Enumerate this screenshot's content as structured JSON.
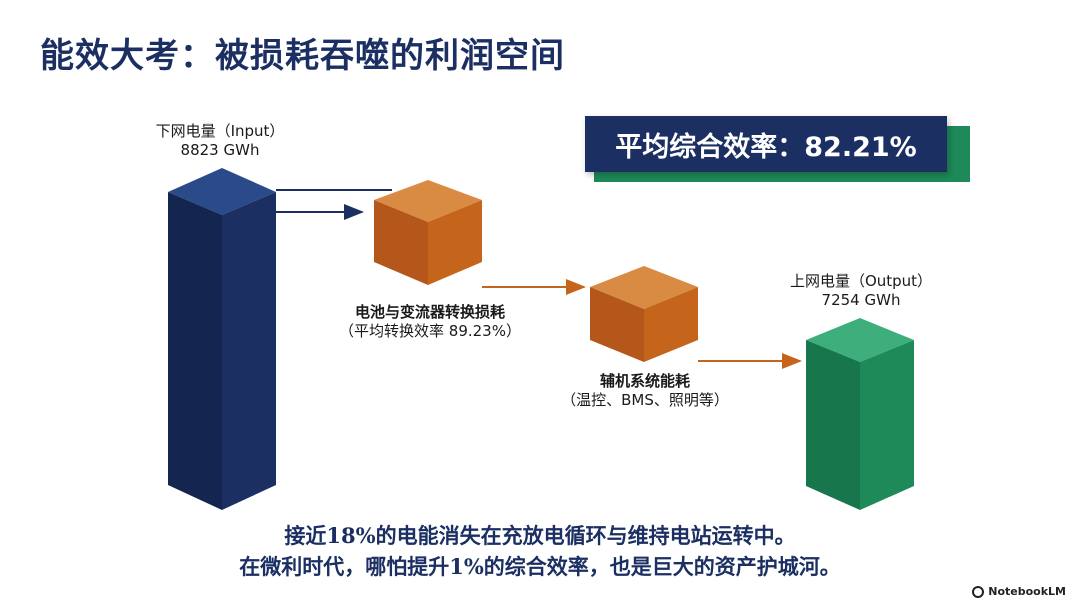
{
  "title": "能效大考：被损耗吞噬的利润空间",
  "badge": {
    "text": "平均综合效率：82.21%"
  },
  "input": {
    "label": "下网电量（Input）",
    "value": "8823 GWh"
  },
  "output": {
    "label": "上网电量（Output）",
    "value": "7254 GWh"
  },
  "loss1": {
    "label": "电池与变流器转换损耗",
    "detail": "（平均转换效率 89.23%）"
  },
  "loss2": {
    "label": "辅机系统能耗",
    "detail": "（温控、BMS、照明等）"
  },
  "footer": {
    "line1": "接近18%的电能消失在充放电循环与维持电站运转中。",
    "line2": "在微利时代，哪怕提升1%的综合效率，也是巨大的资产护城河。"
  },
  "brand": "NotebookLM",
  "colors": {
    "navy": "#1b2f63",
    "orange": "#c5651c",
    "green": "#1e8a5a"
  }
}
